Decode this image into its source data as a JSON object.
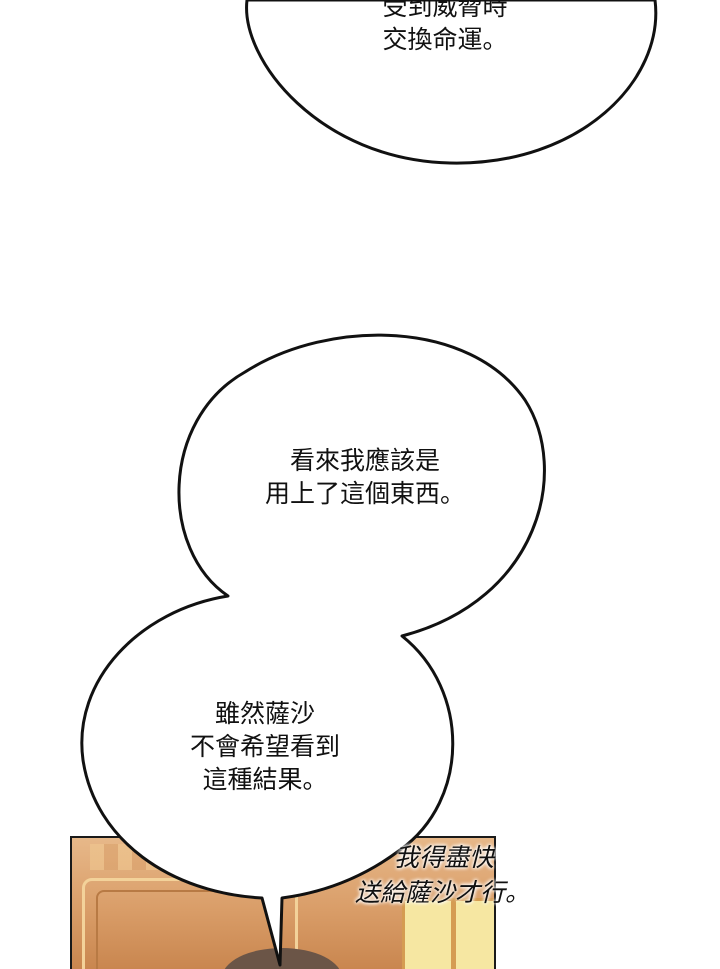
{
  "bubble_top": {
    "lines": [
      "受到威脅時",
      "交換命運。"
    ]
  },
  "bubble_middle": {
    "lines": [
      "看來我應該是",
      "用上了這個東西。"
    ]
  },
  "bubble_lower": {
    "lines": [
      "雖然薩沙",
      "不會希望看到",
      "這種結果。"
    ]
  },
  "narration": {
    "lines": [
      "我得盡快",
      "送給薩沙才行。"
    ]
  },
  "colors": {
    "ink": "#111111",
    "bubble_fill": "#ffffff",
    "panel_wood": "#d99d68"
  }
}
